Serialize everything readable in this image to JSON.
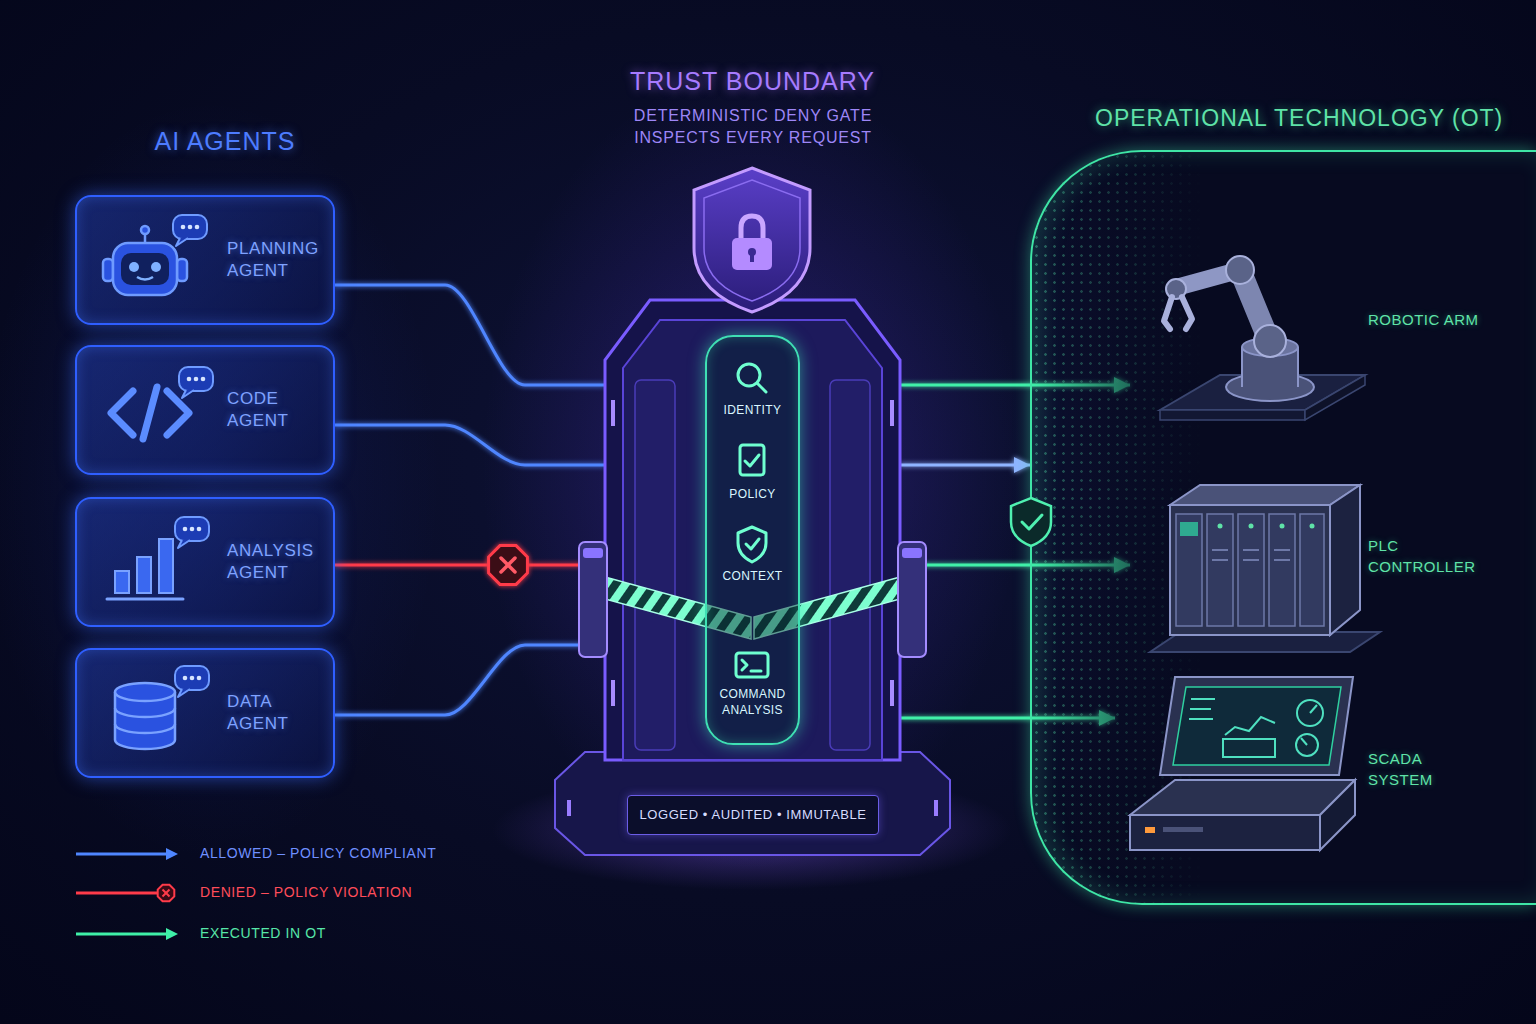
{
  "diagram": {
    "nodes": [
      {
        "text": [
          "PLANNING AGENT"
        ]
      },
      {
        "text": [
          "CODE AGENT"
        ]
      },
      {
        "text": [
          "ANALYSIS AGENT"
        ]
      },
      {
        "text": [
          "DATA AGENT"
        ]
      },
      {
        "text": [
          "TRUST BOUNDARY",
          "DETERMINISTIC DENY GATE INSPECTS EVERY REQUEST"
        ]
      },
      {
        "text": [
          "IDENTITY",
          "POLICY",
          "CONTEXT",
          "COMMAND ANALYSIS"
        ],
        "in": 4
      },
      {
        "text": [
          "LOGGED • AUDITED • IMMUTABLE"
        ],
        "in": 4
      },
      {
        "text": [
          "OPERATIONAL TECHNOLOGY (OT)"
        ]
      },
      {
        "text": [
          "ROBOTIC ARM"
        ],
        "in": 7
      },
      {
        "text": [
          "PLC CONTROLLER"
        ],
        "in": 7
      },
      {
        "text": [
          "SCADA SYSTEM"
        ],
        "in": 7
      }
    ],
    "edges": [
      {
        "from": 0,
        "to": 4,
        "arrow": "none"
      },
      {
        "from": 1,
        "to": 4,
        "arrow": "none"
      },
      {
        "from": 2,
        "to": 4,
        "arrow": "none"
      },
      {
        "from": 3,
        "to": 4,
        "arrow": "none"
      },
      {
        "from": 4,
        "to": 8,
        "arrow": "to"
      },
      {
        "from": 4,
        "to": 7,
        "arrow": "to"
      },
      {
        "from": 4,
        "to": 9,
        "arrow": "to"
      },
      {
        "from": 4,
        "to": 10,
        "arrow": "to"
      }
    ],
    "labels": [
      "AI AGENTS"
    ],
    "legend": [
      {
        "text": "ALLOWED – POLICY COMPLIANT"
      },
      {
        "text": "DENIED – POLICY VIOLATION"
      },
      {
        "text": "EXECUTED IN OT"
      }
    ]
  }
}
